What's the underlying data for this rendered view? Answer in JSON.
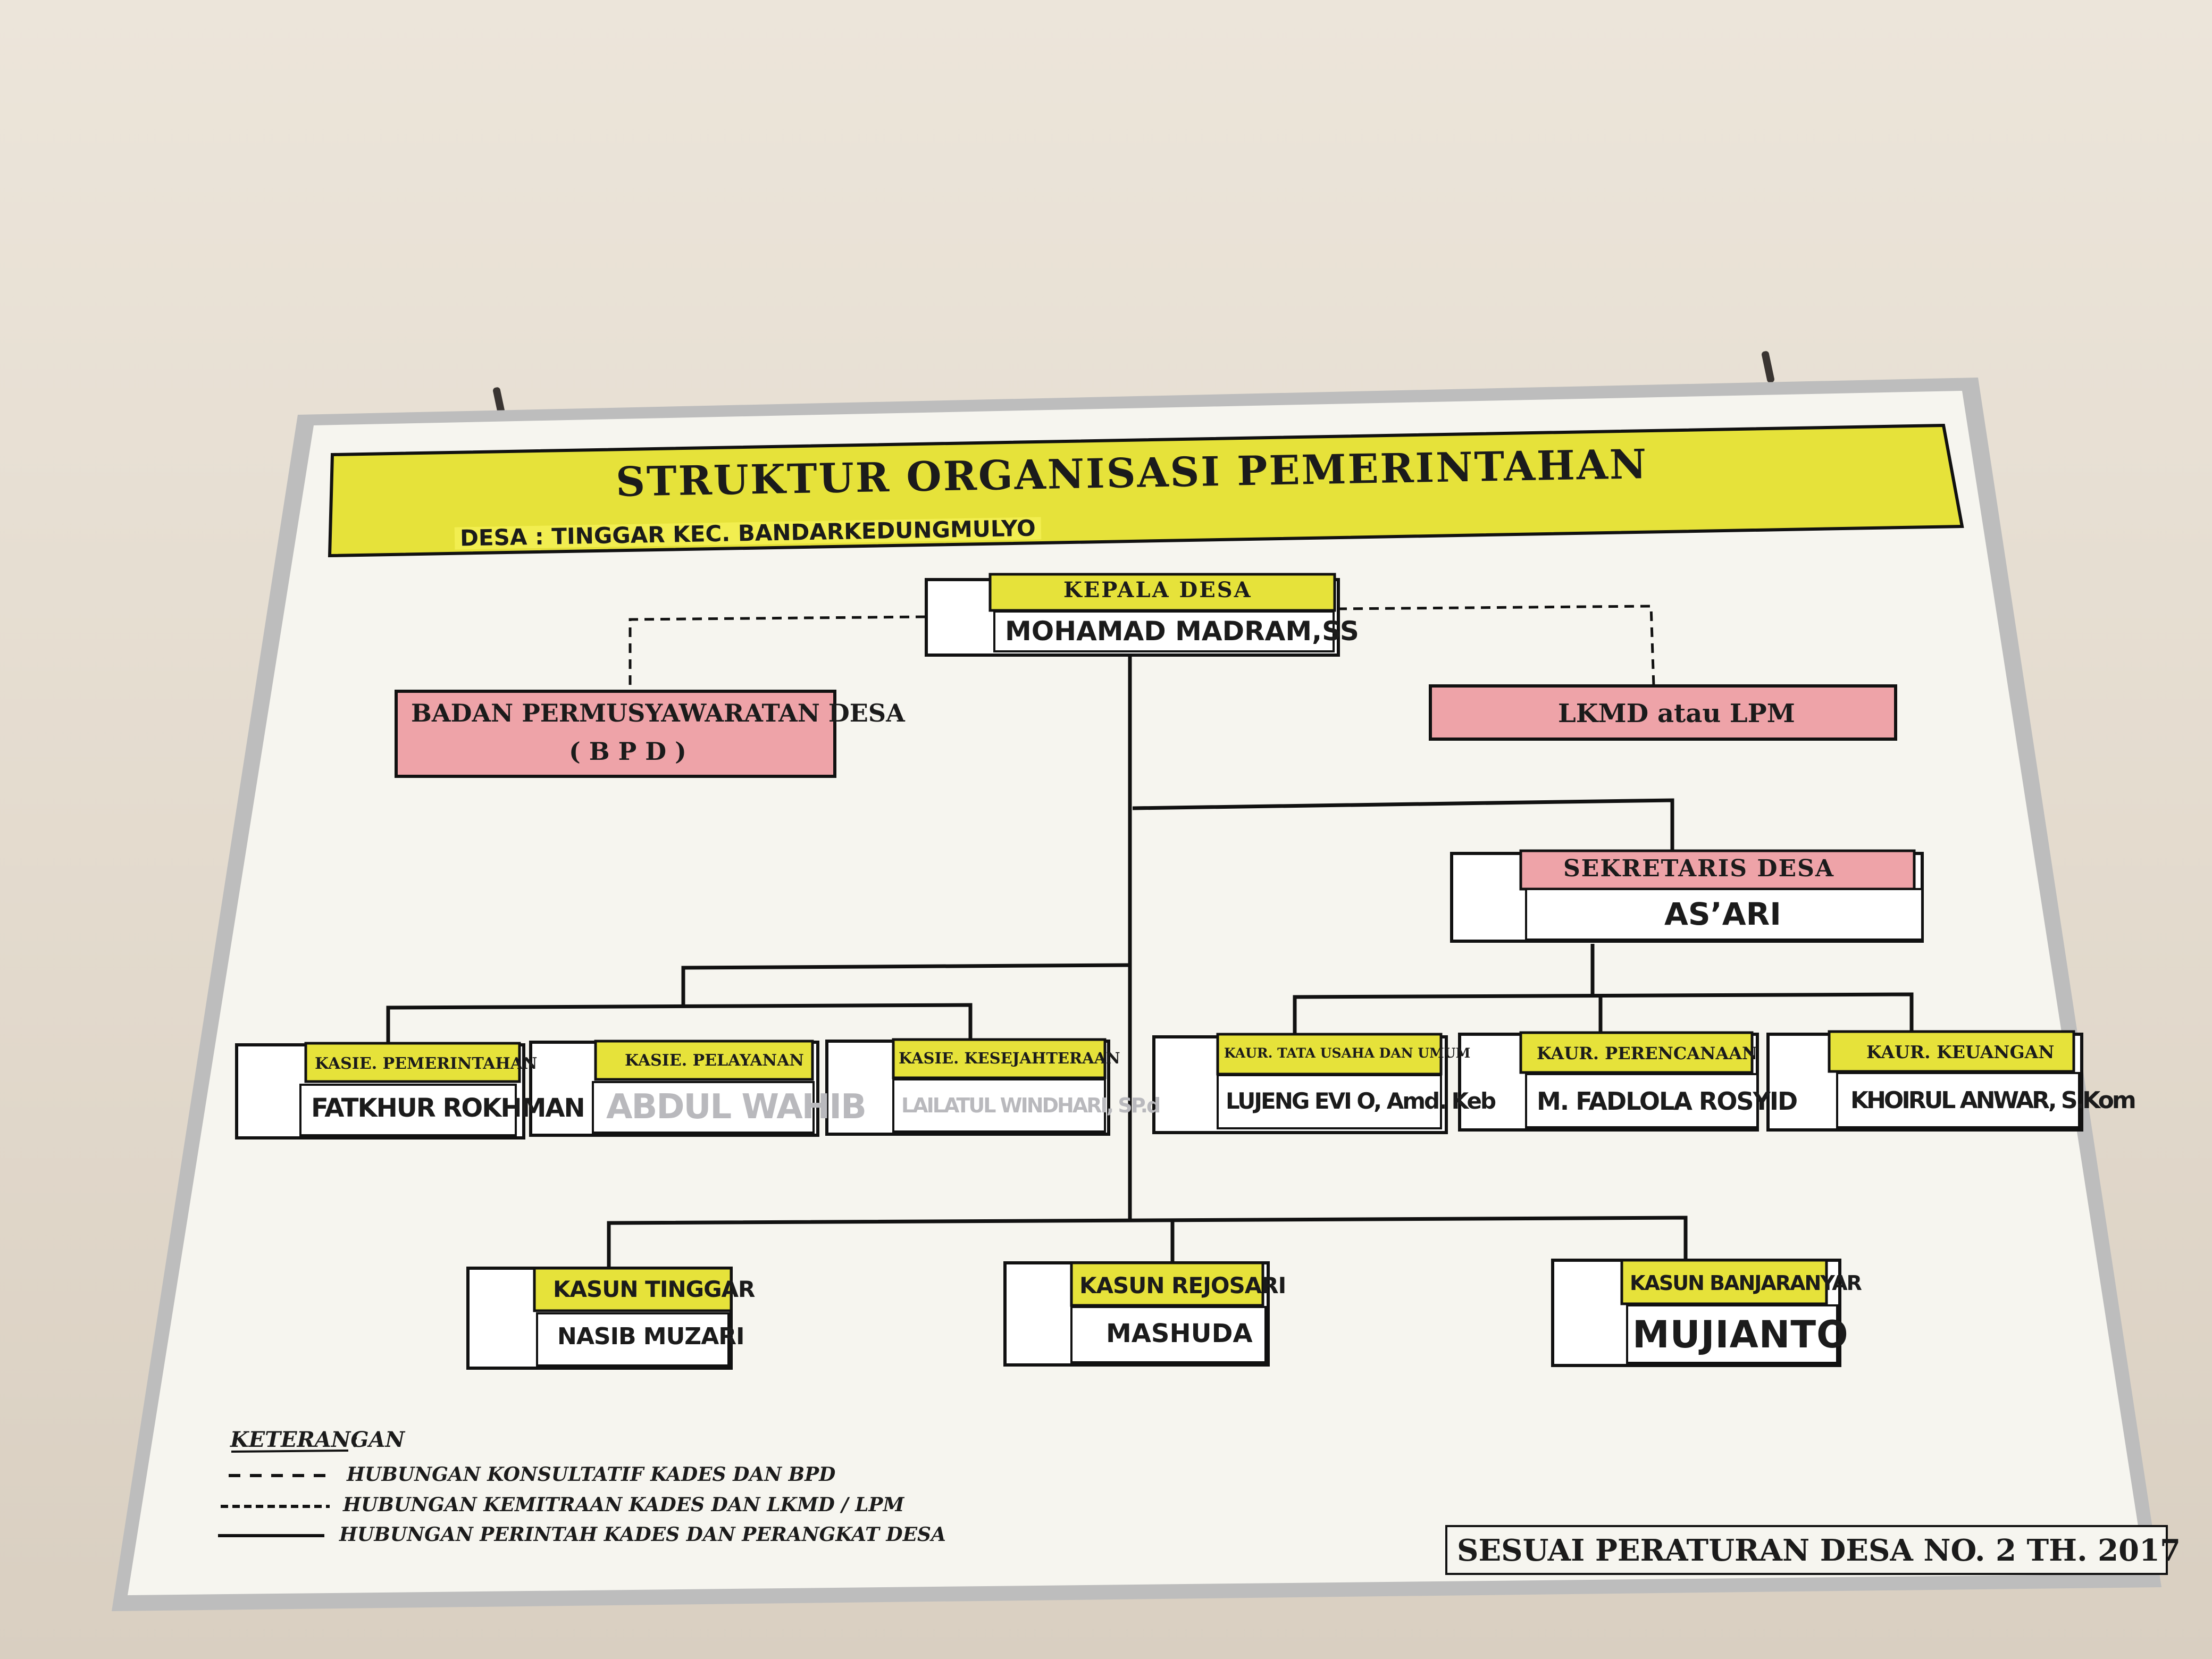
{
  "title": "STRUKTUR ORGANISASI PEMERINTAHAN",
  "subtitle": "DESA : TINGGAR  KEC. BANDARKEDUNGMULYO",
  "colors": {
    "yellow": "#e6e23a",
    "pink": "#eea3a8",
    "board": "#f6f5ef",
    "frame": "#b8b8b8",
    "line": "#111111"
  },
  "nodes": {
    "kepala": {
      "role": "KEPALA DESA",
      "name": "MOHAMAD MADRAM,SS"
    },
    "bpd": {
      "line1": "BADAN PERMUSYAWARATAN DESA",
      "line2": "( B P D )"
    },
    "lkmd": {
      "label": "LKMD atau LPM"
    },
    "sekretaris": {
      "role": "SEKRETARIS DESA",
      "name": "AS’ARI"
    },
    "kasie_pem": {
      "role": "KASIE. PEMERINTAHAN",
      "name": "FATKHUR ROKHMAN"
    },
    "kasie_pel": {
      "role": "KASIE. PELAYANAN",
      "name": "ABDUL WAHIB"
    },
    "kasie_kes": {
      "role": "KASIE. KESEJAHTERAAN",
      "name": "LAILATUL WINDHARI, SP.d"
    },
    "kaur_tu": {
      "role": "KAUR. TATA USAHA DAN UMUM",
      "name": "LUJENG EVI O, Amd. Keb"
    },
    "kaur_per": {
      "role": "KAUR. PERENCANAAN",
      "name": "M. FADLOLA ROSYID"
    },
    "kaur_keu": {
      "role": "KAUR. KEUANGAN",
      "name": "KHOIRUL ANWAR, S.Kom"
    },
    "kasun_tinggar": {
      "role": "KASUN TINGGAR",
      "name": "NASIB MUZARI"
    },
    "kasun_rejosari": {
      "role": "KASUN REJOSARI",
      "name": "MASHUDA"
    },
    "kasun_banjaranyar": {
      "role": "KASUN BANJARANYAR",
      "name": "MUJIANTO"
    }
  },
  "legend": {
    "heading": "KETERANGAN",
    "items": [
      "HUBUNGAN KONSULTATIF KADES DAN BPD",
      "HUBUNGAN KEMITRAAN KADES DAN LKMD / LPM",
      "HUBUNGAN PERINTAH KADES DAN PERANGKAT DESA"
    ]
  },
  "footer": "SESUAI PERATURAN DESA NO. 2 TH. 2017"
}
